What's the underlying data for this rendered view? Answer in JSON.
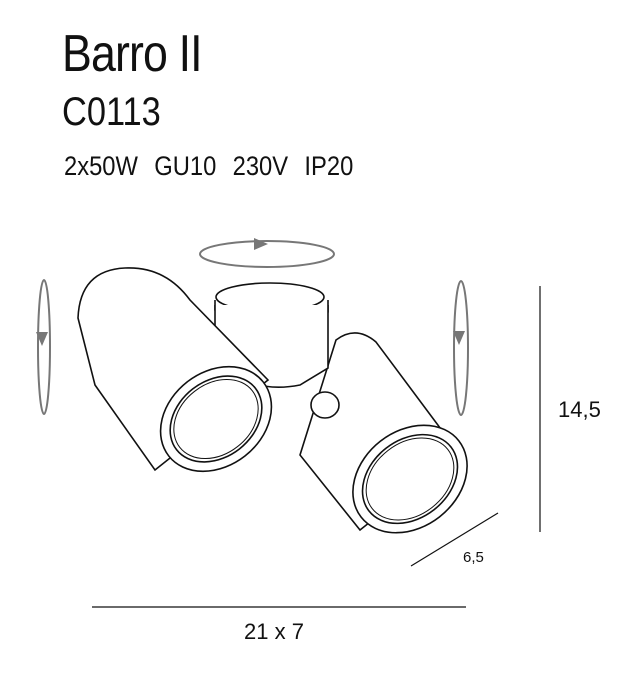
{
  "product": {
    "name": "Barro II",
    "code": "C0113",
    "specs": [
      "2x50W",
      "GU10",
      "230V",
      "IP20"
    ]
  },
  "dimensions": {
    "height": "14,5",
    "depth": "6,5",
    "width": "21 x 7"
  },
  "colors": {
    "line": "#111111",
    "arrow": "#777777"
  }
}
